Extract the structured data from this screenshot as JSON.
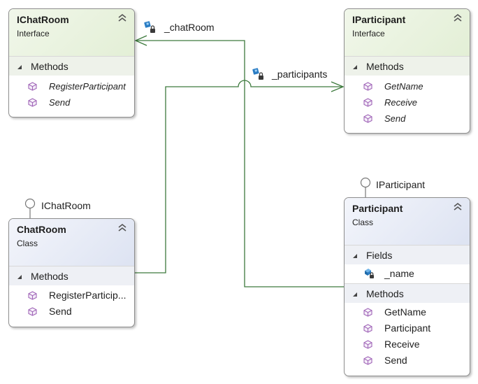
{
  "colors": {
    "connector": "#3d7a3d",
    "method_icon": "#a066b8",
    "field_icon": "#2b7dc4",
    "interface_header": "#e6f0da",
    "class_header": "#e3e8f4"
  },
  "icons": {
    "collapse": "double-chevron-up-icon",
    "section_toggle": "triangle-expanded-icon",
    "method": "method-cube-icon",
    "field": "private-field-icon",
    "association": "private-property-icon",
    "lollipop": "interface-lollipop-icon"
  },
  "ichatroom": {
    "title": "IChatRoom",
    "subtitle": "Interface",
    "methods_label": "Methods",
    "methods": [
      "RegisterParticipant",
      "Send"
    ]
  },
  "iparticipant": {
    "title": "IParticipant",
    "subtitle": "Interface",
    "methods_label": "Methods",
    "methods": [
      "GetName",
      "Receive",
      "Send"
    ]
  },
  "chatroom": {
    "title": "ChatRoom",
    "subtitle": "Class",
    "lollipop_label": "IChatRoom",
    "methods_label": "Methods",
    "methods": [
      "RegisterParticip...",
      "Send"
    ]
  },
  "participant": {
    "title": "Participant",
    "subtitle": "Class",
    "lollipop_label": "IParticipant",
    "fields_label": "Fields",
    "fields": [
      "_name"
    ],
    "methods_label": "Methods",
    "methods": [
      "GetName",
      "Participant",
      "Receive",
      "Send"
    ]
  },
  "associations": {
    "chatroom_label": "_chatRoom",
    "participants_label": "_participants"
  }
}
